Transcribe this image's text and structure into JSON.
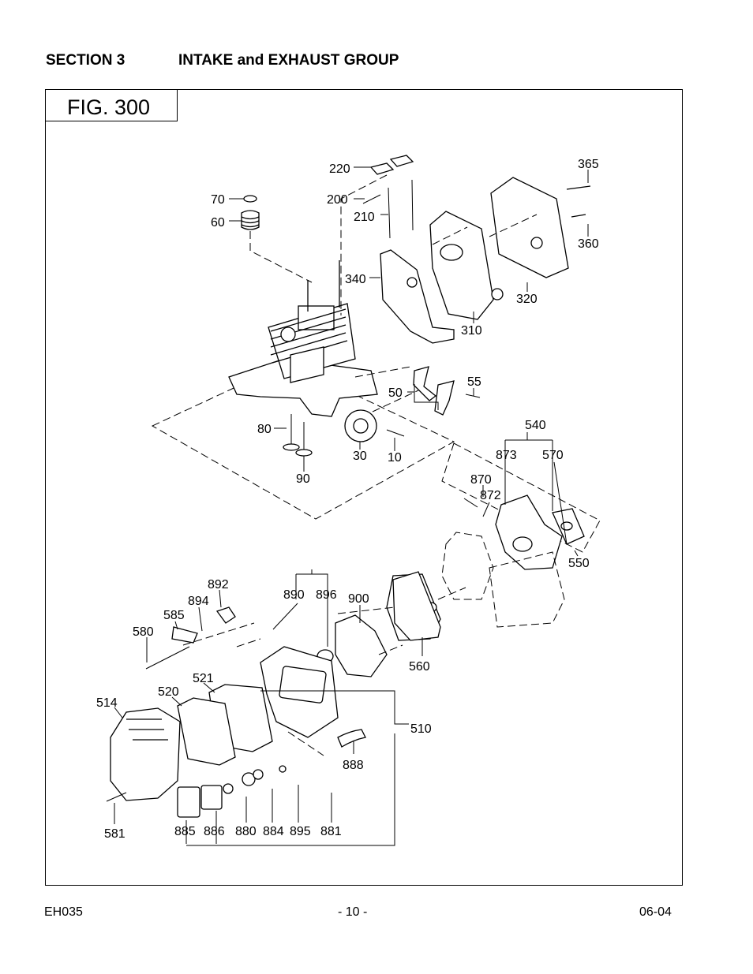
{
  "header": {
    "section": "SECTION 3",
    "title": "INTAKE and EXHAUST GROUP"
  },
  "figure": {
    "label": "FIG. 300"
  },
  "callouts": {
    "p70": "70",
    "p60": "60",
    "p220": "220",
    "p200": "200",
    "p210": "210",
    "p365": "365",
    "p360": "360",
    "p340": "340",
    "p320": "320",
    "p310": "310",
    "p50": "50",
    "p55": "55",
    "p80": "80",
    "p30": "30",
    "p10": "10",
    "p90": "90",
    "p540": "540",
    "p873": "873",
    "p570": "570",
    "p870": "870",
    "p872": "872",
    "p550": "550",
    "p892": "892",
    "p890": "890",
    "p896": "896",
    "p900": "900",
    "p894": "894",
    "p585": "585",
    "p580": "580",
    "p560": "560",
    "p521": "521",
    "p520": "520",
    "p514": "514",
    "p510": "510",
    "p888": "888",
    "p581": "581",
    "p885": "885",
    "p886": "886",
    "p880": "880",
    "p884": "884",
    "p895": "895",
    "p881": "881"
  },
  "footer": {
    "left": "EH035",
    "center": "- 10 -",
    "right": "06-04"
  }
}
